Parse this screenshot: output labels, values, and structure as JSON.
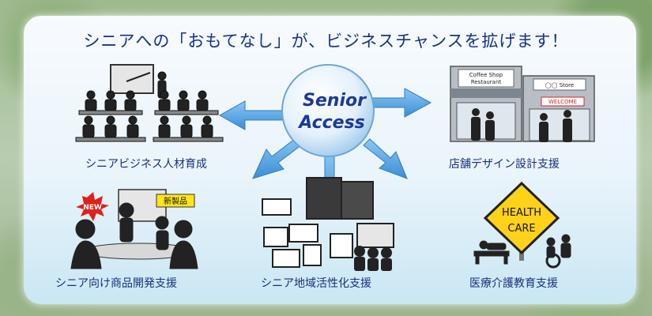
{
  "headline": "シニアへの「おもてなし」が、ビジネスチャンスを拡げます！",
  "center_logo": {
    "line1": "Senior",
    "line2": "Access"
  },
  "services": [
    {
      "label": "シニアビジネス人材育成"
    },
    {
      "label": "店舗デザイン設計支援"
    },
    {
      "label": "シニア向け商品開発支援"
    },
    {
      "label": "シニア地域活性化支援"
    },
    {
      "label": "医療介護教育支援"
    }
  ],
  "shop_signs": {
    "cafe_line1": "Coffee Shop",
    "cafe_line2": "Restaurant",
    "store": "◯◯ Store",
    "welcome": "WELCOME"
  },
  "product_tags": {
    "new": "NEW",
    "new_product": "新製品"
  },
  "health_sign": {
    "line1": "HEALTH",
    "line2": "CARE"
  },
  "colors": {
    "headline": "#17318a",
    "arrow": "#5aa6e0",
    "logo_text": "#1a3a9a",
    "sign": "#ffd21a",
    "new_burst": "#e0201c"
  }
}
